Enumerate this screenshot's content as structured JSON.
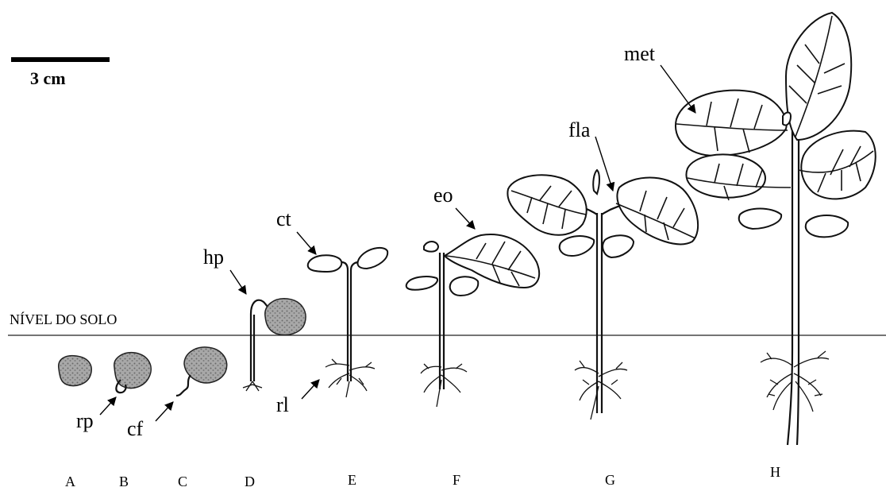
{
  "scale_bar": {
    "label": "3 cm"
  },
  "ground": {
    "label": "NÍVEL DO SOLO"
  },
  "stages": [
    "A",
    "B",
    "C",
    "D",
    "E",
    "F",
    "G",
    "H"
  ],
  "labels": {
    "rp": "rp",
    "cf": "cf",
    "hp": "hp",
    "ct": "ct",
    "rl": "rl",
    "eo": "eo",
    "fla": "fla",
    "met": "met"
  },
  "colors": {
    "seed_fill": "#9a9a9a",
    "line": "#111111",
    "background": "#ffffff"
  }
}
